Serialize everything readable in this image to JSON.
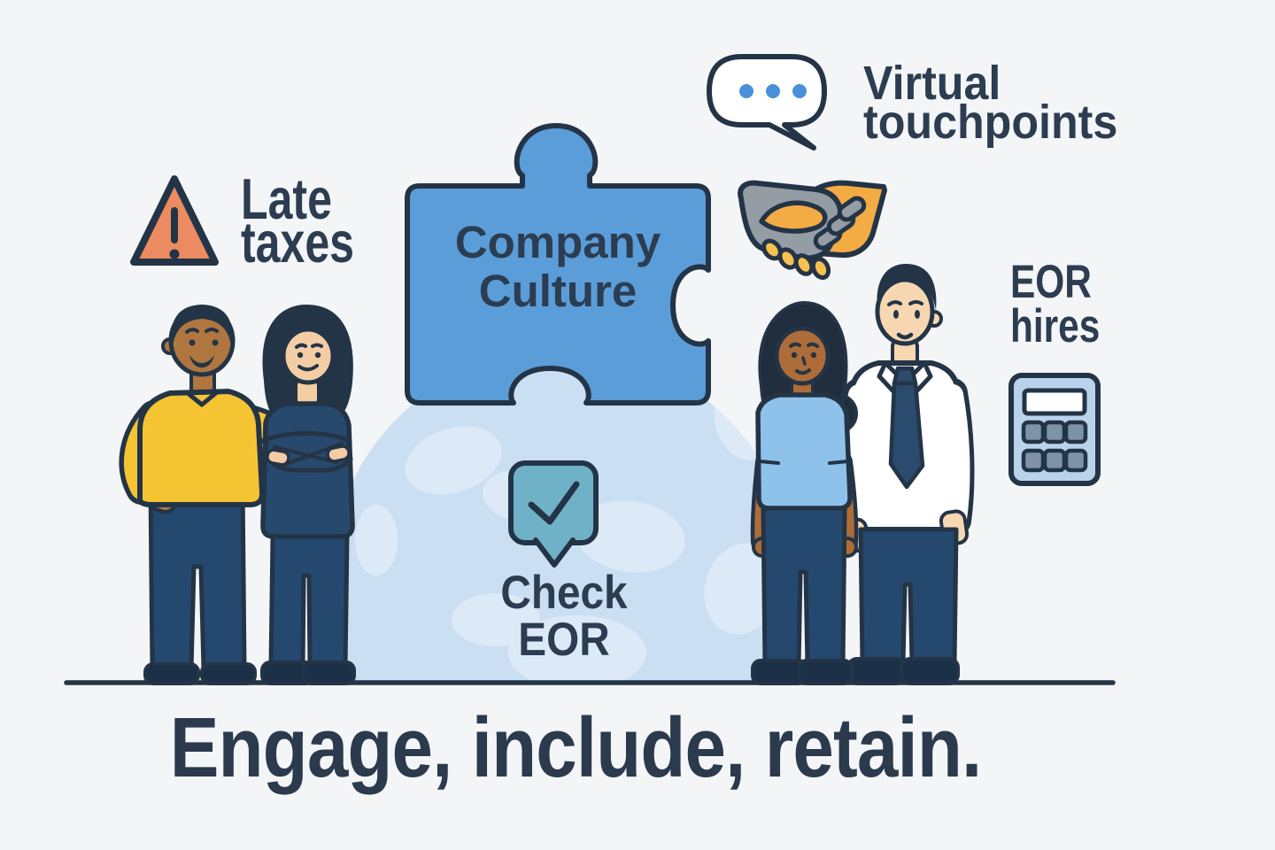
{
  "palette": {
    "bg": "#f4f5f7",
    "ink": "#243447",
    "text": "#2c3d51",
    "headline": "#2b3a4d",
    "puzzle-blue": "#5b9dd9",
    "globe-blue": "#cbdff2",
    "continent-blue": "#dceaf8",
    "warning-orange": "#ec8a61",
    "dot-blue": "#4a90d8",
    "hand-gray": "#949ca4",
    "hand-orange": "#f3ab44",
    "knuckle-orange": "#f6c14f",
    "calc-blue": "#b9d3ec",
    "calc-key": "#7e93a6",
    "check-teal": "#6fb2c8",
    "sweater-yellow": "#f4c433",
    "sweater-navy": "#27496d",
    "pants-navy": "#24486e",
    "shoe-navy": "#1b2f47",
    "skin-man-left": "#b0763f",
    "skin-woman-left": "#f4cda4",
    "skin-woman-right": "#ae6d38",
    "skin-man-right": "#f7d7b2",
    "tee-blue": "#8fc2ea",
    "hair-dark": "#243447",
    "hair-darker": "#1f2d3d",
    "shirt-white": "#ffffff",
    "tie-navy": "#2a4a6e",
    "bubble-white": "#ffffff"
  },
  "labels": {
    "late_taxes": "Late\ntaxes",
    "virtual_touchpoints": "Virtual\ntouchpoints",
    "company_culture": "Company\nCulture",
    "check_eor": "Check\nEOR",
    "eor_hires": "EOR\nhires",
    "headline": "Engage, include, retain."
  },
  "icons": {
    "warning": "warning-triangle-icon",
    "speech": "speech-bubble-dots-icon",
    "handshake": "handshake-icon",
    "calculator": "calculator-icon",
    "check": "check-bubble-icon",
    "puzzle": "puzzle-piece-icon",
    "globe": "globe-background"
  }
}
